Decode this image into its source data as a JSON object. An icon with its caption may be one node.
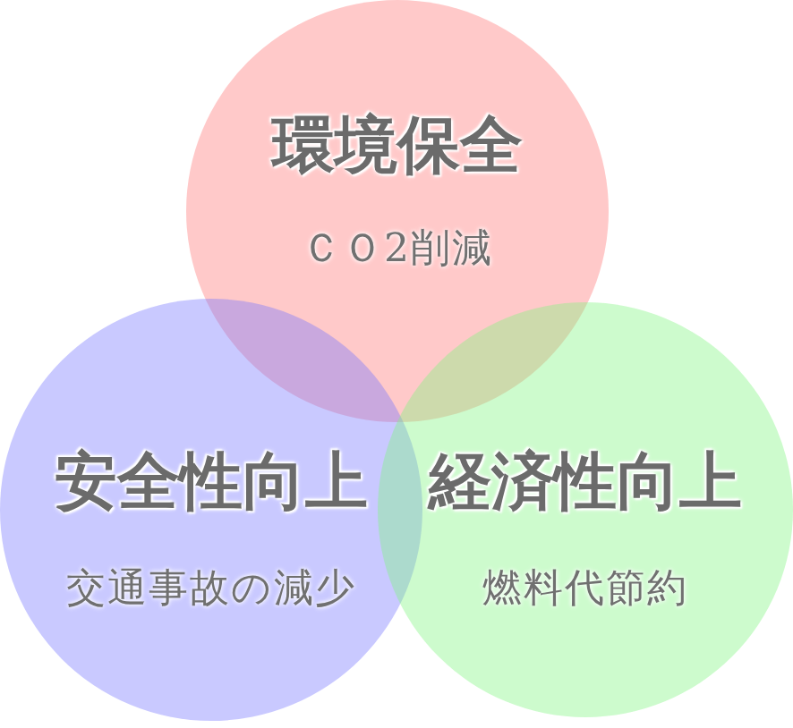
{
  "diagram": {
    "nodes": [
      {
        "text": [
          "環境保全",
          "ＣＯ2削減"
        ]
      },
      {
        "text": [
          "安全性向上",
          "交通事故の減少"
        ]
      },
      {
        "text": [
          "経済性向上",
          "燃料代節約"
        ]
      }
    ]
  }
}
